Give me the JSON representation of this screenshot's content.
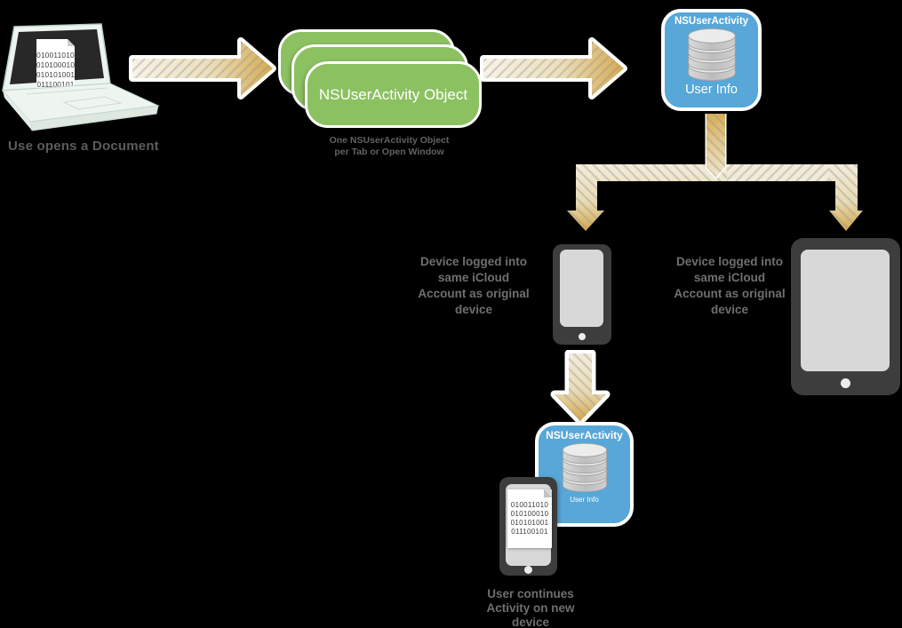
{
  "colors": {
    "card_green": "#8cc162",
    "box_blue": "#57a7d8",
    "arrow_gold": "#d5aa4e",
    "arrow_cream": "#f5efdf",
    "caption_gray": "#6f6f6f",
    "device_gray": "#3d3d3d"
  },
  "laptop": {
    "caption": "Use opens a Document",
    "document_binary": [
      "010011010",
      "010100010",
      "010101001",
      "011100101"
    ]
  },
  "activity_object": {
    "label": "NSUserActivity Object",
    "caption": [
      "One NSUserActivity Object",
      "per Tab or Open Window"
    ]
  },
  "user_info_top": {
    "title": "NSUserActivity",
    "label": "User Info"
  },
  "device_note_left": [
    "Device logged into",
    "same iCloud",
    "Account as original",
    "device"
  ],
  "device_note_right": [
    "Device logged into",
    "same iCloud",
    "Account as original",
    "device"
  ],
  "user_info_bottom": {
    "title": "NSUserActivity",
    "label": "User Info"
  },
  "new_device": {
    "document_binary": [
      "010011010",
      "010100010",
      "010101001",
      "011100101"
    ],
    "caption": [
      "User continues",
      "Activity on new",
      "device"
    ]
  }
}
